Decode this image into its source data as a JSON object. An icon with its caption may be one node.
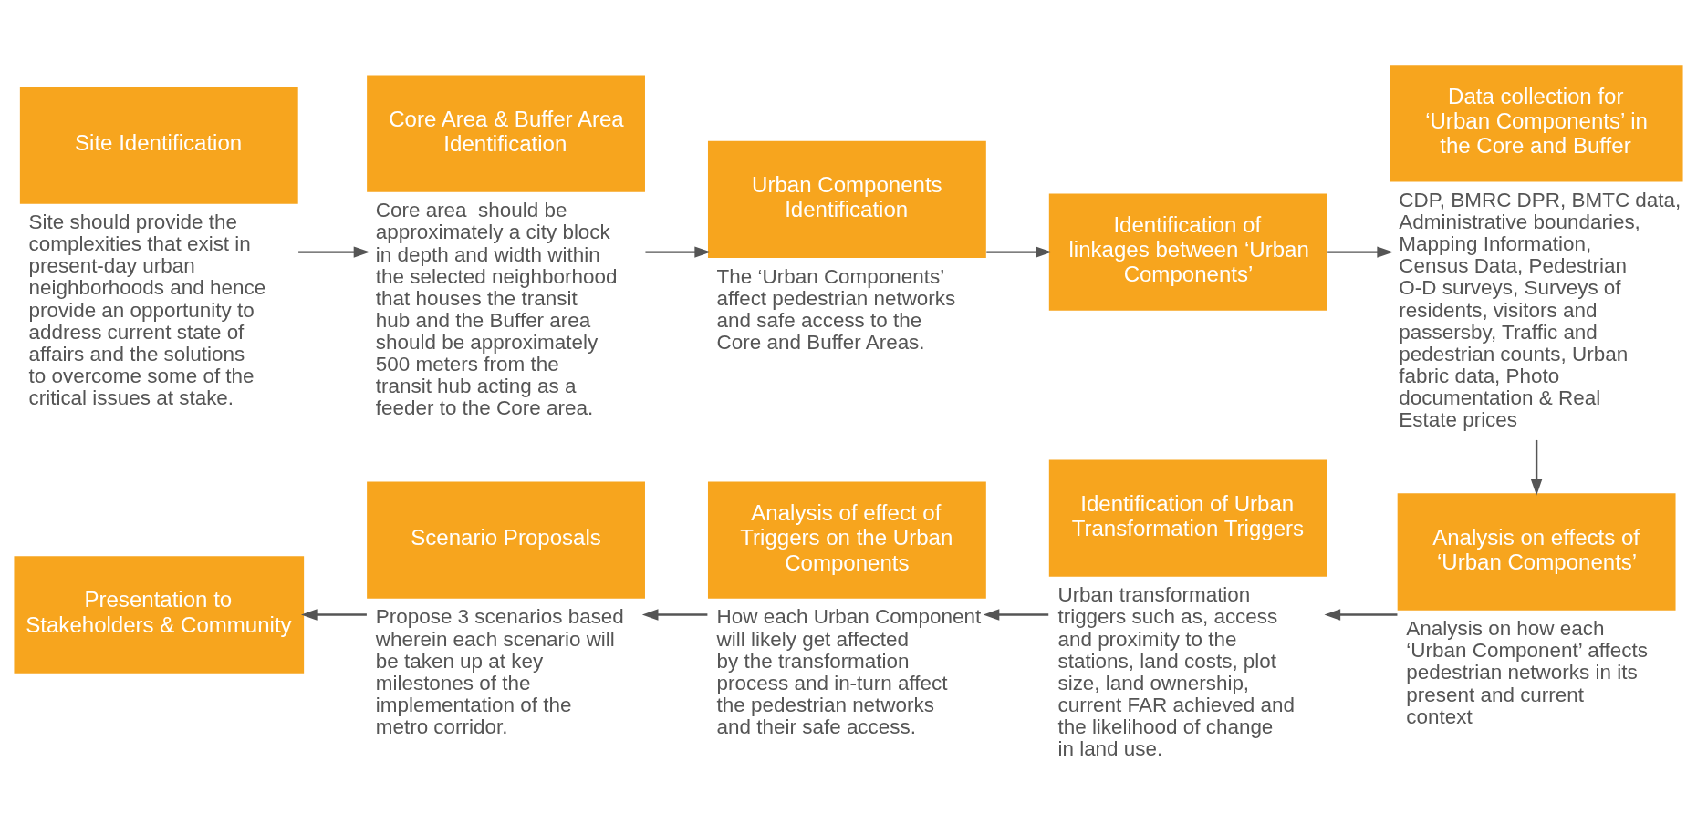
{
  "diagram": {
    "nodes": [
      {
        "text": [
          "Site Identification"
        ],
        "beside": [
          "Site should provide the complexities that exist in present-day urban neighborhoods and hence provide an opportunity to address current state of affairs and the solutions to overcome some of the critical issues at stake."
        ]
      },
      {
        "text": [
          "Core Area & Buffer Area Identification"
        ],
        "beside": [
          "Core area  should be approximately a city block in depth and width within the selected neighborhood that houses the transit hub and the Buffer area should be approximately 500 meters from the transit hub acting as a feeder to the Core area."
        ]
      },
      {
        "text": [
          "Urban Components Identification"
        ],
        "beside": [
          "The ‘Urban Components’ affect pedestrian networks and safe access to the Core and Buffer Areas."
        ]
      },
      {
        "text": [
          "Identification of linkages between ‘Urban Components’"
        ]
      },
      {
        "text": [
          "Data collection for ‘Urban Components’ in the Core and Buffer"
        ],
        "beside": [
          "CDP, BMRC DPR, BMTC data, Administrative boundaries, Mapping Information, Census Data, Pedestrian O-D surveys, Surveys of residents, visitors and passersby, Traffic and pedestrian counts, Urban fabric data, Photo documentation & Real Estate prices"
        ]
      },
      {
        "text": [
          "Presentation to Stakeholders & Community"
        ]
      },
      {
        "text": [
          "Scenario Proposals"
        ],
        "beside": [
          "Propose 3 scenarios based wherein each scenario will be taken up at key milestones of the implementation of the metro corridor."
        ]
      },
      {
        "text": [
          "Analysis of effect of Triggers on the Urban Components"
        ],
        "beside": [
          "How each Urban Component will likely get affected by the transformation process and in-turn affect the pedestrian networks and their safe access."
        ]
      },
      {
        "text": [
          "Identification of Urban Transformation Triggers"
        ],
        "beside": [
          "Urban transformation triggers such as, access and proximity to the stations, land costs, plot size, land ownership, current FAR achieved and the likelihood of change in land use."
        ]
      },
      {
        "text": [
          "Analysis on effects of ‘Urban Components’"
        ],
        "beside": [
          "Analysis on how each ‘Urban Component’ affects pedestrian networks in its present and current context"
        ]
      }
    ],
    "edges": [
      {
        "from": 0,
        "to": 1,
        "arrow": "to"
      },
      {
        "from": 1,
        "to": 2,
        "arrow": "to"
      },
      {
        "from": 2,
        "to": 3,
        "arrow": "to"
      },
      {
        "from": 3,
        "to": 4,
        "arrow": "to"
      },
      {
        "from": 4,
        "to": 9,
        "arrow": "to"
      },
      {
        "from": 9,
        "to": 8,
        "arrow": "to"
      },
      {
        "from": 8,
        "to": 7,
        "arrow": "to"
      },
      {
        "from": 7,
        "to": 6,
        "arrow": "to"
      },
      {
        "from": 6,
        "to": 5,
        "arrow": "to"
      }
    ]
  }
}
